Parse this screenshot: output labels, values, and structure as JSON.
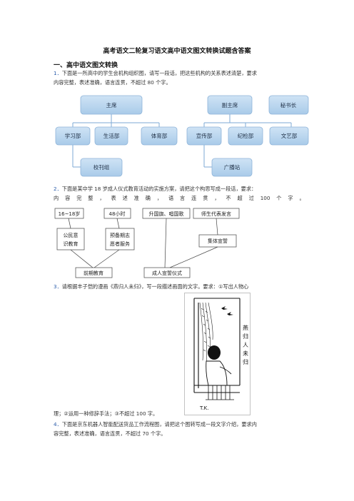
{
  "doc": {
    "title": "高考语文二轮复习语文高中语文图文转换试题含答案",
    "section": "一、高中语文图文转换"
  },
  "q1": {
    "num": "1．",
    "line1": "下面是一所高中的学生会机构组织图，请写一段话，把这些机构的关系表述清楚，要求",
    "line2": "内容完整，表述准确，语言连贯，不超过 80 个字。"
  },
  "org": {
    "zhuxi": "主席",
    "fuzhuxi": "副主席",
    "mishuzhang": "秘书长",
    "xuexibu": "学习部",
    "shenghuobu": "生活部",
    "tiyubu": "体育部",
    "xuanchuanbu": "宣传部",
    "jijianbu": "纪检部",
    "wenyibu": "文艺部",
    "xiaokanzu": "校刊组",
    "guangbozhan": "广播站"
  },
  "q2": {
    "num": "2．",
    "line1": "下面是某中学 18 岁成人仪式教育活动的实施方案，请把这个构思写成一段话，要求：",
    "line2_parts": [
      "内",
      "容",
      "完",
      "整",
      "，",
      "表",
      "述",
      "准",
      "确",
      "，",
      "语",
      "言",
      "连",
      "贯",
      "，",
      "不",
      "超",
      "过",
      "100",
      "个",
      "字",
      "。"
    ]
  },
  "flow": {
    "age": "16~18岁",
    "hours": "48小时",
    "flag": "升国旗、唱国歌",
    "speech": "师生代表发言",
    "citizen_l1": "公民意",
    "citizen_l2": "识教育",
    "volunteer_l1": "预备期志",
    "volunteer_l2": "愿者服务",
    "oath": "集体宣誓",
    "pre": "前期教育",
    "ceremony": "成人宣誓仪式"
  },
  "q3": {
    "num": "3．",
    "line1": "请根据丰子恺的漫画《燕归人未归》，写一段描述画面的文字。要求：①写出人物心",
    "line2": "理；②运用一种修辞手法；③不超过 100 字。",
    "painting_text": "燕归人未归",
    "signature": "T.K."
  },
  "q4": {
    "num": "4．",
    "line1": "下面是京东机器人智能配送货品工作流程图，请把这个图转写成一段文字介绍，要求内",
    "line2": "容完整，表述准确，语言连贯，不超过 70 个字。"
  }
}
